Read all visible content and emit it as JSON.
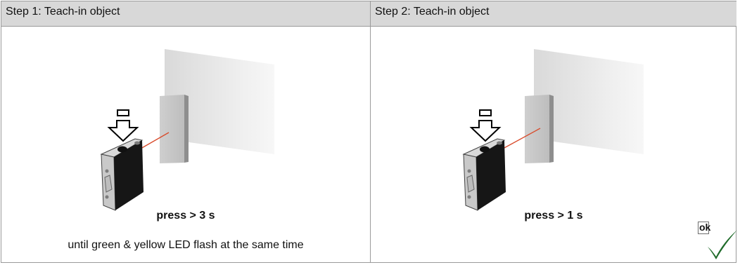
{
  "panels": [
    {
      "title": "Step 1: Teach-in object",
      "instruction": "press > 3 s",
      "subtext": "until green & yellow LED flash at the same time"
    },
    {
      "title": "Step 2: Teach-in object",
      "instruction": "press > 1 s"
    }
  ],
  "ok_badge": {
    "label": "ok",
    "check_color": "#1f6b2a"
  },
  "colors": {
    "header_bg": "#d8d8d8",
    "border": "#9a9a9a",
    "beam": "#d94b2b"
  }
}
